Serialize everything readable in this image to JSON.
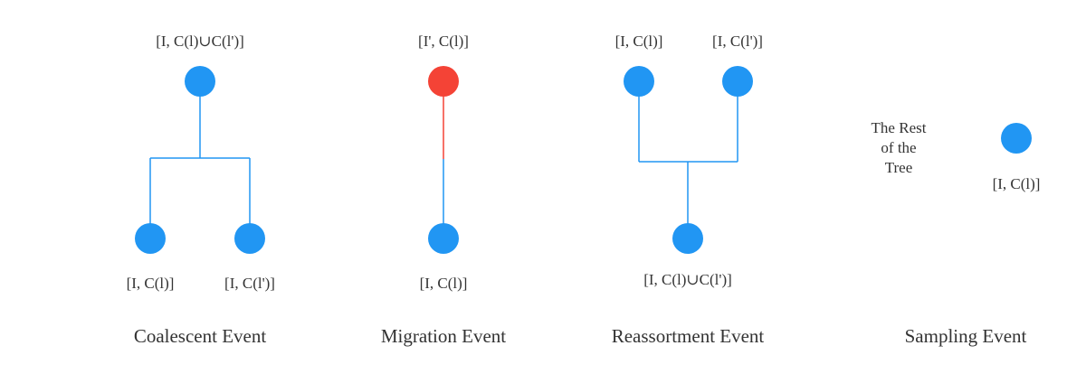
{
  "colors": {
    "node": "#2196F3",
    "migrated_node": "#F44336",
    "edge": "#2196F3",
    "migrated_edge": "#F44336",
    "text": "#333333"
  },
  "coalescent": {
    "title": "Coalescent Event",
    "top_label": "[I, C(l)∪C(l')]",
    "left_label": "[I, C(l)]",
    "right_label": "[I, C(l')]"
  },
  "migration": {
    "title": "Migration Event",
    "top_label": "[I', C(l)]",
    "bottom_label": "[I, C(l)]"
  },
  "reassortment": {
    "title": "Reassortment Event",
    "left_label": "[I, C(l)]",
    "right_label": "[I, C(l')]",
    "bottom_label": "[I, C(l)∪C(l')]"
  },
  "sampling": {
    "title": "Sampling Event",
    "rest_lines": [
      "The Rest",
      "of the",
      "Tree"
    ],
    "node_label": "[I, C(l)]"
  }
}
